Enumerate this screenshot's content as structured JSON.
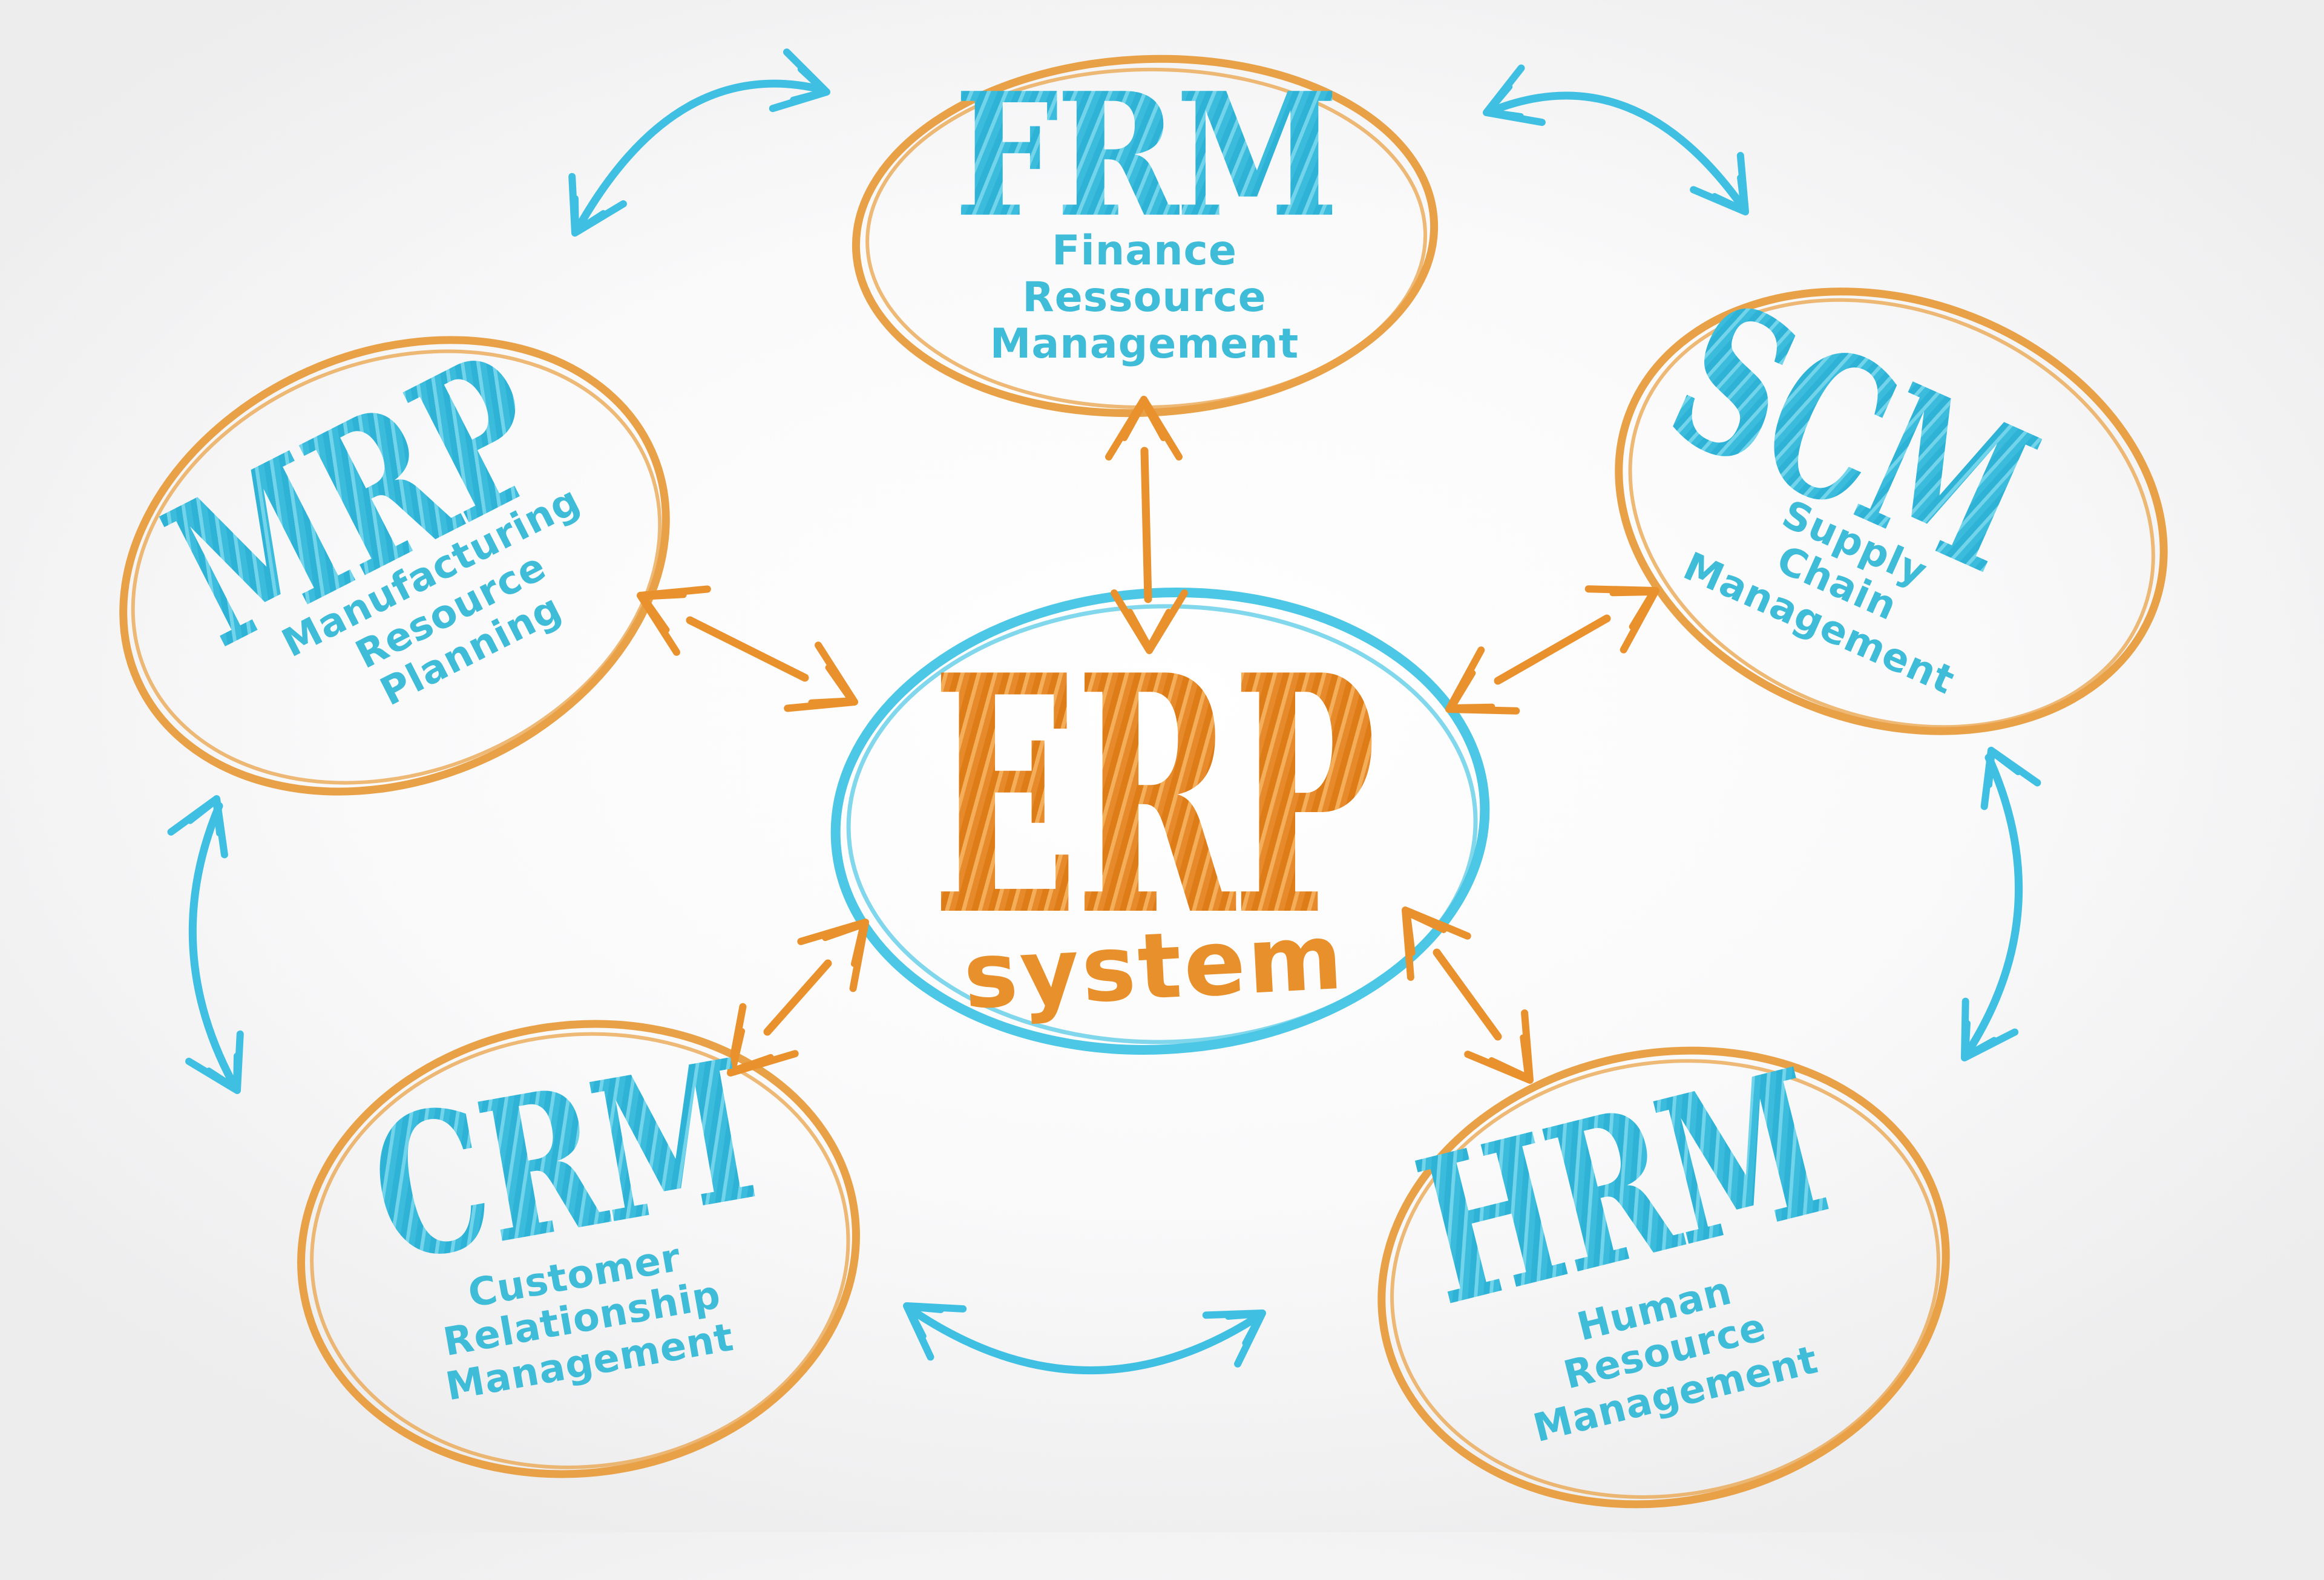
{
  "colors": {
    "orange_stroke": "#e9a148",
    "orange_text": "#e3881f",
    "blue_stroke": "#4cc7e5",
    "blue_text": "#35b7da",
    "subtitle_teal": "#3fbcd8",
    "arrow_orange": "#e9912d",
    "arrow_blue": "#3fc0e2",
    "background": "#f2f2f3"
  },
  "center": {
    "acronym": "ERP",
    "label": "system"
  },
  "modules": {
    "frm": {
      "acronym": "FRM",
      "subtitle": [
        "Finance",
        "Ressource",
        "Management"
      ]
    },
    "scm": {
      "acronym": "SCM",
      "subtitle": [
        "Supply",
        "Chain",
        "Management"
      ]
    },
    "mrp": {
      "acronym": "MRP",
      "subtitle": [
        "Manufacturing",
        "Resource",
        "Planning"
      ]
    },
    "crm": {
      "acronym": "CRM",
      "subtitle": [
        "Customer",
        "Relationship",
        "Management"
      ]
    },
    "hrm": {
      "acronym": "HRM",
      "subtitle": [
        "Human",
        "Resource",
        "Management"
      ]
    }
  },
  "connections": [
    {
      "from": "ERP",
      "to": "FRM",
      "color": "orange",
      "style": "double-headed straight arrow"
    },
    {
      "from": "ERP",
      "to": "MRP",
      "color": "orange",
      "style": "double-headed straight arrow"
    },
    {
      "from": "ERP",
      "to": "SCM",
      "color": "orange",
      "style": "double-headed straight arrow"
    },
    {
      "from": "ERP",
      "to": "CRM",
      "color": "orange",
      "style": "double-headed straight arrow"
    },
    {
      "from": "ERP",
      "to": "HRM",
      "color": "orange",
      "style": "double-headed straight arrow"
    },
    {
      "from": "MRP",
      "to": "FRM",
      "color": "blue",
      "style": "double-headed curved arrow"
    },
    {
      "from": "FRM",
      "to": "SCM",
      "color": "blue",
      "style": "double-headed curved arrow"
    },
    {
      "from": "MRP",
      "to": "CRM",
      "color": "blue",
      "style": "double-headed curved arrow"
    },
    {
      "from": "SCM",
      "to": "HRM",
      "color": "blue",
      "style": "double-headed curved arrow"
    },
    {
      "from": "CRM",
      "to": "HRM",
      "color": "blue",
      "style": "double-headed curved arrow"
    }
  ]
}
